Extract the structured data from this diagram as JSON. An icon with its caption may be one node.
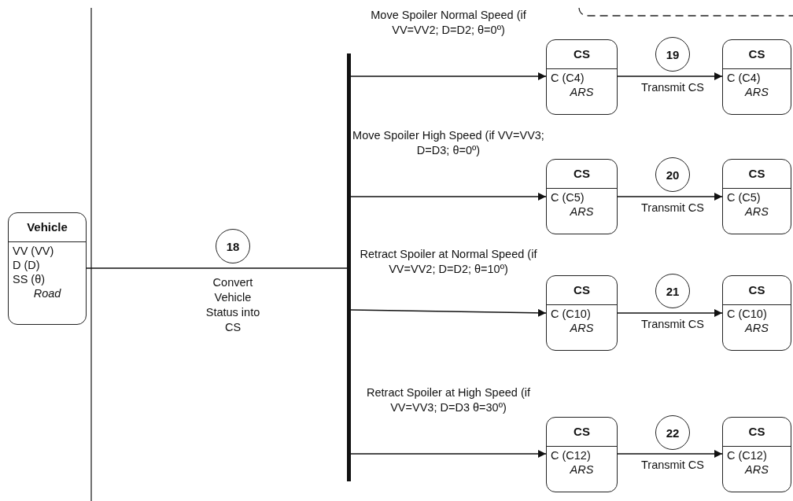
{
  "diagram": {
    "nodes": [
      {
        "text": [
          "Vehicle",
          "VV (VV)",
          "D (D)",
          "SS (θ)",
          "Road"
        ]
      },
      {
        "text": [
          "18"
        ]
      },
      {
        "text": [],
        "shape": "bar"
      },
      {
        "text": [
          "CS",
          "C (C4)",
          "ARS"
        ]
      },
      {
        "text": [
          "19"
        ]
      },
      {
        "text": [
          "CS",
          "C (C4)",
          "ARS"
        ]
      },
      {
        "text": [
          "CS",
          "C (C5)",
          "ARS"
        ]
      },
      {
        "text": [
          "20"
        ]
      },
      {
        "text": [
          "CS",
          "C (C5)",
          "ARS"
        ]
      },
      {
        "text": [
          "CS",
          "C (C10)",
          "ARS"
        ]
      },
      {
        "text": [
          "21"
        ]
      },
      {
        "text": [
          "CS",
          "C (C10)",
          "ARS"
        ]
      },
      {
        "text": [
          "CS",
          "C (C12)",
          "ARS"
        ]
      },
      {
        "text": [
          "22"
        ]
      },
      {
        "text": [
          "CS",
          "C (C12)",
          "ARS"
        ]
      }
    ],
    "edges": [
      {
        "from": 0,
        "to": 2,
        "arrow": "none",
        "label": "Convert Vehicle Status into CS"
      },
      {
        "from": 2,
        "to": 3,
        "arrow": "to",
        "label": "Move Spoiler Normal Speed (if VV=VV2; D=D2; θ=0º)"
      },
      {
        "from": 3,
        "to": 5,
        "arrow": "to",
        "label": "Transmit CS"
      },
      {
        "from": 2,
        "to": 6,
        "arrow": "to",
        "label": "Move Spoiler High Speed (if VV=VV3; D=D3; θ=0º)"
      },
      {
        "from": 6,
        "to": 8,
        "arrow": "to",
        "label": "Transmit CS"
      },
      {
        "from": 2,
        "to": 9,
        "arrow": "to",
        "label": "Retract Spoiler at Normal Speed (if VV=VV2; D=D2; θ=10º)"
      },
      {
        "from": 9,
        "to": 11,
        "arrow": "to",
        "label": "Transmit CS"
      },
      {
        "from": 2,
        "to": 12,
        "arrow": "to",
        "label": "Retract Spoiler at High Speed (if VV=VV3; D=D3 θ=30º)"
      },
      {
        "from": 12,
        "to": 14,
        "arrow": "to",
        "label": "Transmit CS"
      }
    ]
  }
}
